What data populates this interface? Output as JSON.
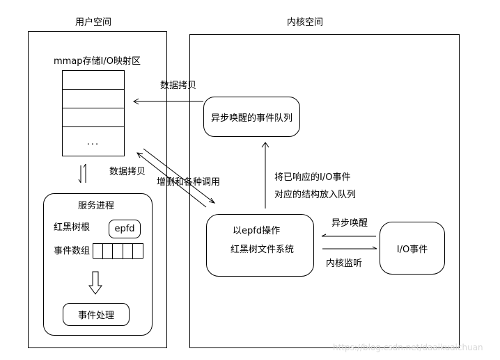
{
  "user_space": {
    "title": "用户空间",
    "mmap_title": "mmap存储I/O映射区",
    "mmap_rows": [
      "",
      "",
      "",
      "",
      "",
      "..."
    ],
    "service": {
      "title": "服务进程",
      "rbtree_root_label": "红黑树根",
      "epfd_label": "epfd",
      "event_array_label": "事件数组",
      "event_array_cells": 5,
      "event_handle_label": "事件处理"
    }
  },
  "kernel_space": {
    "title": "内核空间",
    "event_queue_label": "异步唤醒的事件队列",
    "epfd_ops": {
      "line1": "以epfd操作",
      "line2": "红黑树文件系统"
    },
    "io_event_label": "I/O事件"
  },
  "arrows": {
    "copy_top": "数据拷贝",
    "copy_left": "数据拷贝",
    "add_delete_calls": "增删和各种调用",
    "queue_line1": "将已响应的I/O事件",
    "queue_line2": "对应的结构放入队列",
    "async_wakeup": "异步唤醒",
    "kernel_monitor": "内核监听"
  },
  "watermark": "https://blog.csdn.net/daaikuaichuan"
}
